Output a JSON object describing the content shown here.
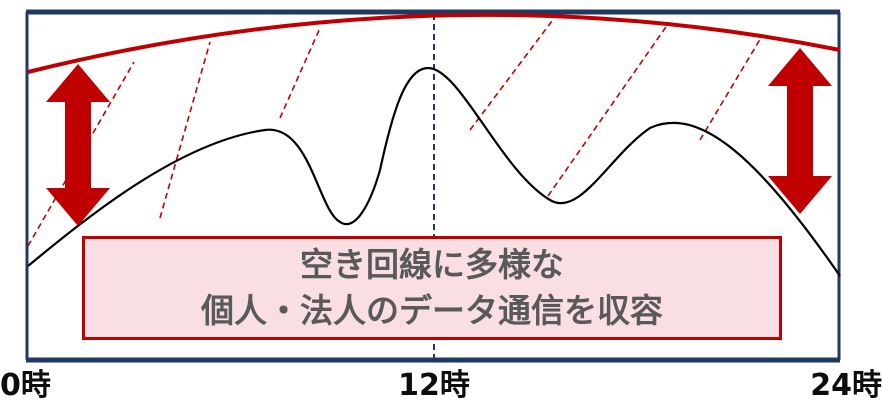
{
  "colors": {
    "frame": "#1f3864",
    "capacity_line": "#c00000",
    "traffic_line": "#000000",
    "callout_fill": "#f9dfe4",
    "callout_border": "#c00000",
    "callout_text": "#595959"
  },
  "callout": {
    "line1": "空き回線に多様な",
    "line2": "個人・法人のデータ通信を収容"
  },
  "x_axis": {
    "labels": [
      "0時",
      "12時",
      "24時"
    ]
  },
  "icons": [
    "double-arrow-icon"
  ]
}
